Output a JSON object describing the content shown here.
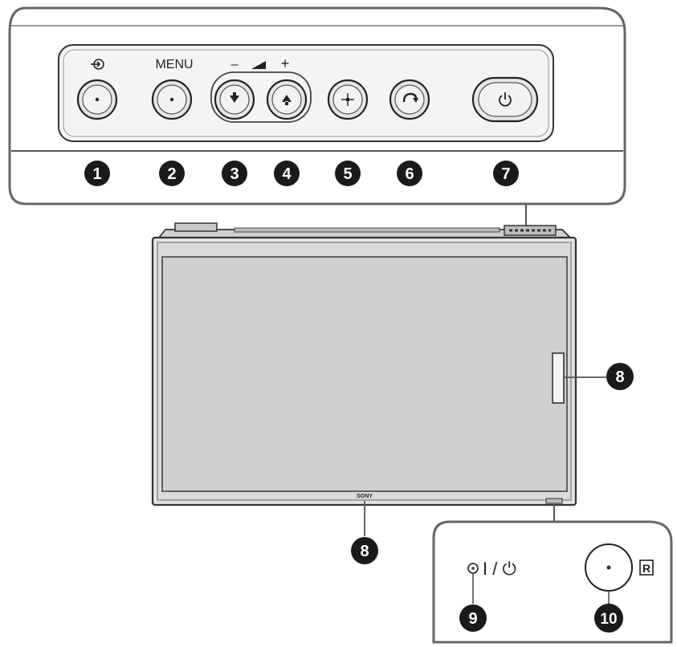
{
  "top_panel": {
    "labels": {
      "input_symbol": "input-icon",
      "menu": "MENU",
      "minus": "–",
      "plus": "+",
      "volume_symbol": "volume-wedge-icon"
    },
    "buttons": [
      {
        "id": "input",
        "callout": "1",
        "icon": "dot-icon"
      },
      {
        "id": "menu",
        "callout": "2",
        "icon": "dot-icon"
      },
      {
        "id": "vol-down",
        "callout": "3",
        "icon": "arrow-down-icon"
      },
      {
        "id": "vol-up",
        "callout": "4",
        "icon": "arrow-up-icon"
      },
      {
        "id": "enter",
        "callout": "5",
        "icon": "crosshair-icon"
      },
      {
        "id": "return",
        "callout": "6",
        "icon": "return-icon"
      },
      {
        "id": "power",
        "callout": "7",
        "icon": "power-icon"
      }
    ]
  },
  "front": {
    "logo": "SONY",
    "callouts": {
      "side_sensor": "8",
      "logo_sensor": "8"
    }
  },
  "indicator_panel": {
    "power_label": "I / ⏻",
    "remote_sensor_symbol": "R",
    "callouts": {
      "power_led": "9",
      "remote_sensor": "10"
    }
  },
  "colors": {
    "outline": "#333333",
    "badge": "#1a1a1a",
    "screen_fill": "#cfcfcf",
    "button_fill": "#e6e6e6"
  }
}
